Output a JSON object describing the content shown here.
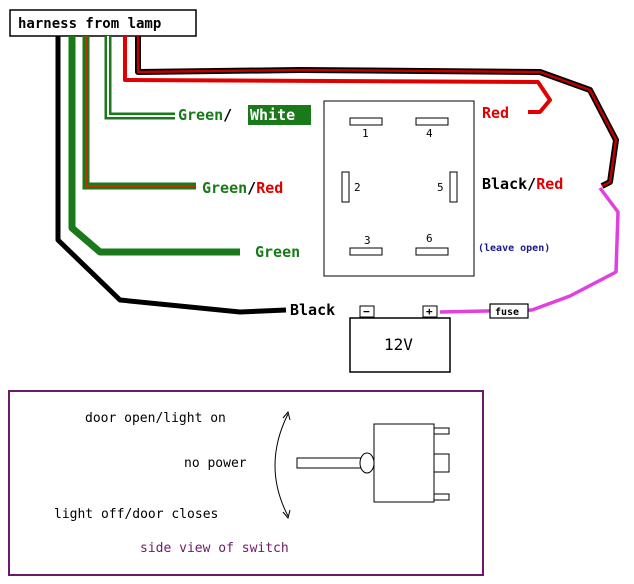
{
  "harness_label": "harness from lamp",
  "wires": {
    "green_white": {
      "part1": "Green",
      "sep": "/",
      "part2": "White"
    },
    "green_red": {
      "part1": "Green",
      "sep": "/",
      "part2": "Red"
    },
    "green": "Green",
    "red": "Red",
    "black_red": {
      "part1": "Black",
      "sep": "/",
      "part2": "Red"
    },
    "black": "Black"
  },
  "relay_pins": [
    "1",
    "2",
    "3",
    "4",
    "5",
    "6"
  ],
  "leave_open_note": "(leave open)",
  "battery": {
    "label": "12V",
    "neg": "−",
    "pos": "+"
  },
  "fuse_label": "fuse",
  "side_view": {
    "top_label": "door open/light on",
    "mid_label": "no power",
    "bottom_label": "light off/door closes",
    "caption": "side view of switch"
  },
  "colors": {
    "green": "#1a7a1a",
    "red": "#e00000",
    "black": "#000000",
    "magenta": "#e040e0",
    "purple": "#6a1a6a",
    "navy": "#1a1a8a"
  }
}
